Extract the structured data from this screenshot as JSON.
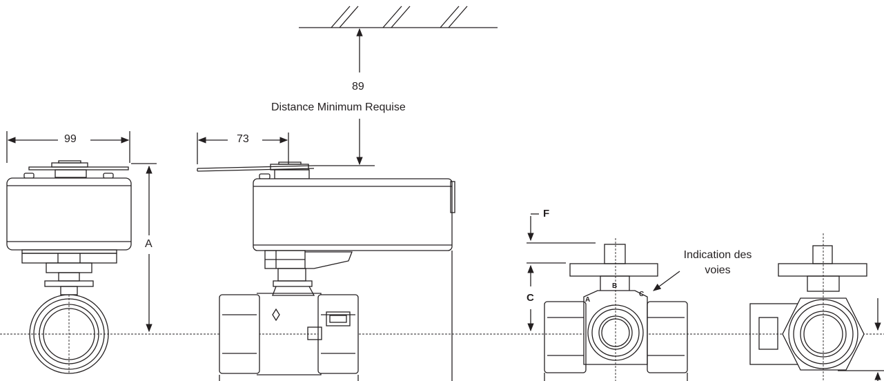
{
  "clearance": {
    "value": "89",
    "caption": "Distance Minimum Requise"
  },
  "front_view": {
    "width_dim": "99",
    "height_label": "A"
  },
  "side_view": {
    "offset_dim": "73"
  },
  "three_way_view": {
    "dim_f": "F",
    "dim_c": "C",
    "port_a": "A",
    "port_b": "B",
    "port_c": "C",
    "indication": "Indication des voies"
  },
  "colors": {
    "line": "#231f20",
    "fill": "#ffffff"
  }
}
